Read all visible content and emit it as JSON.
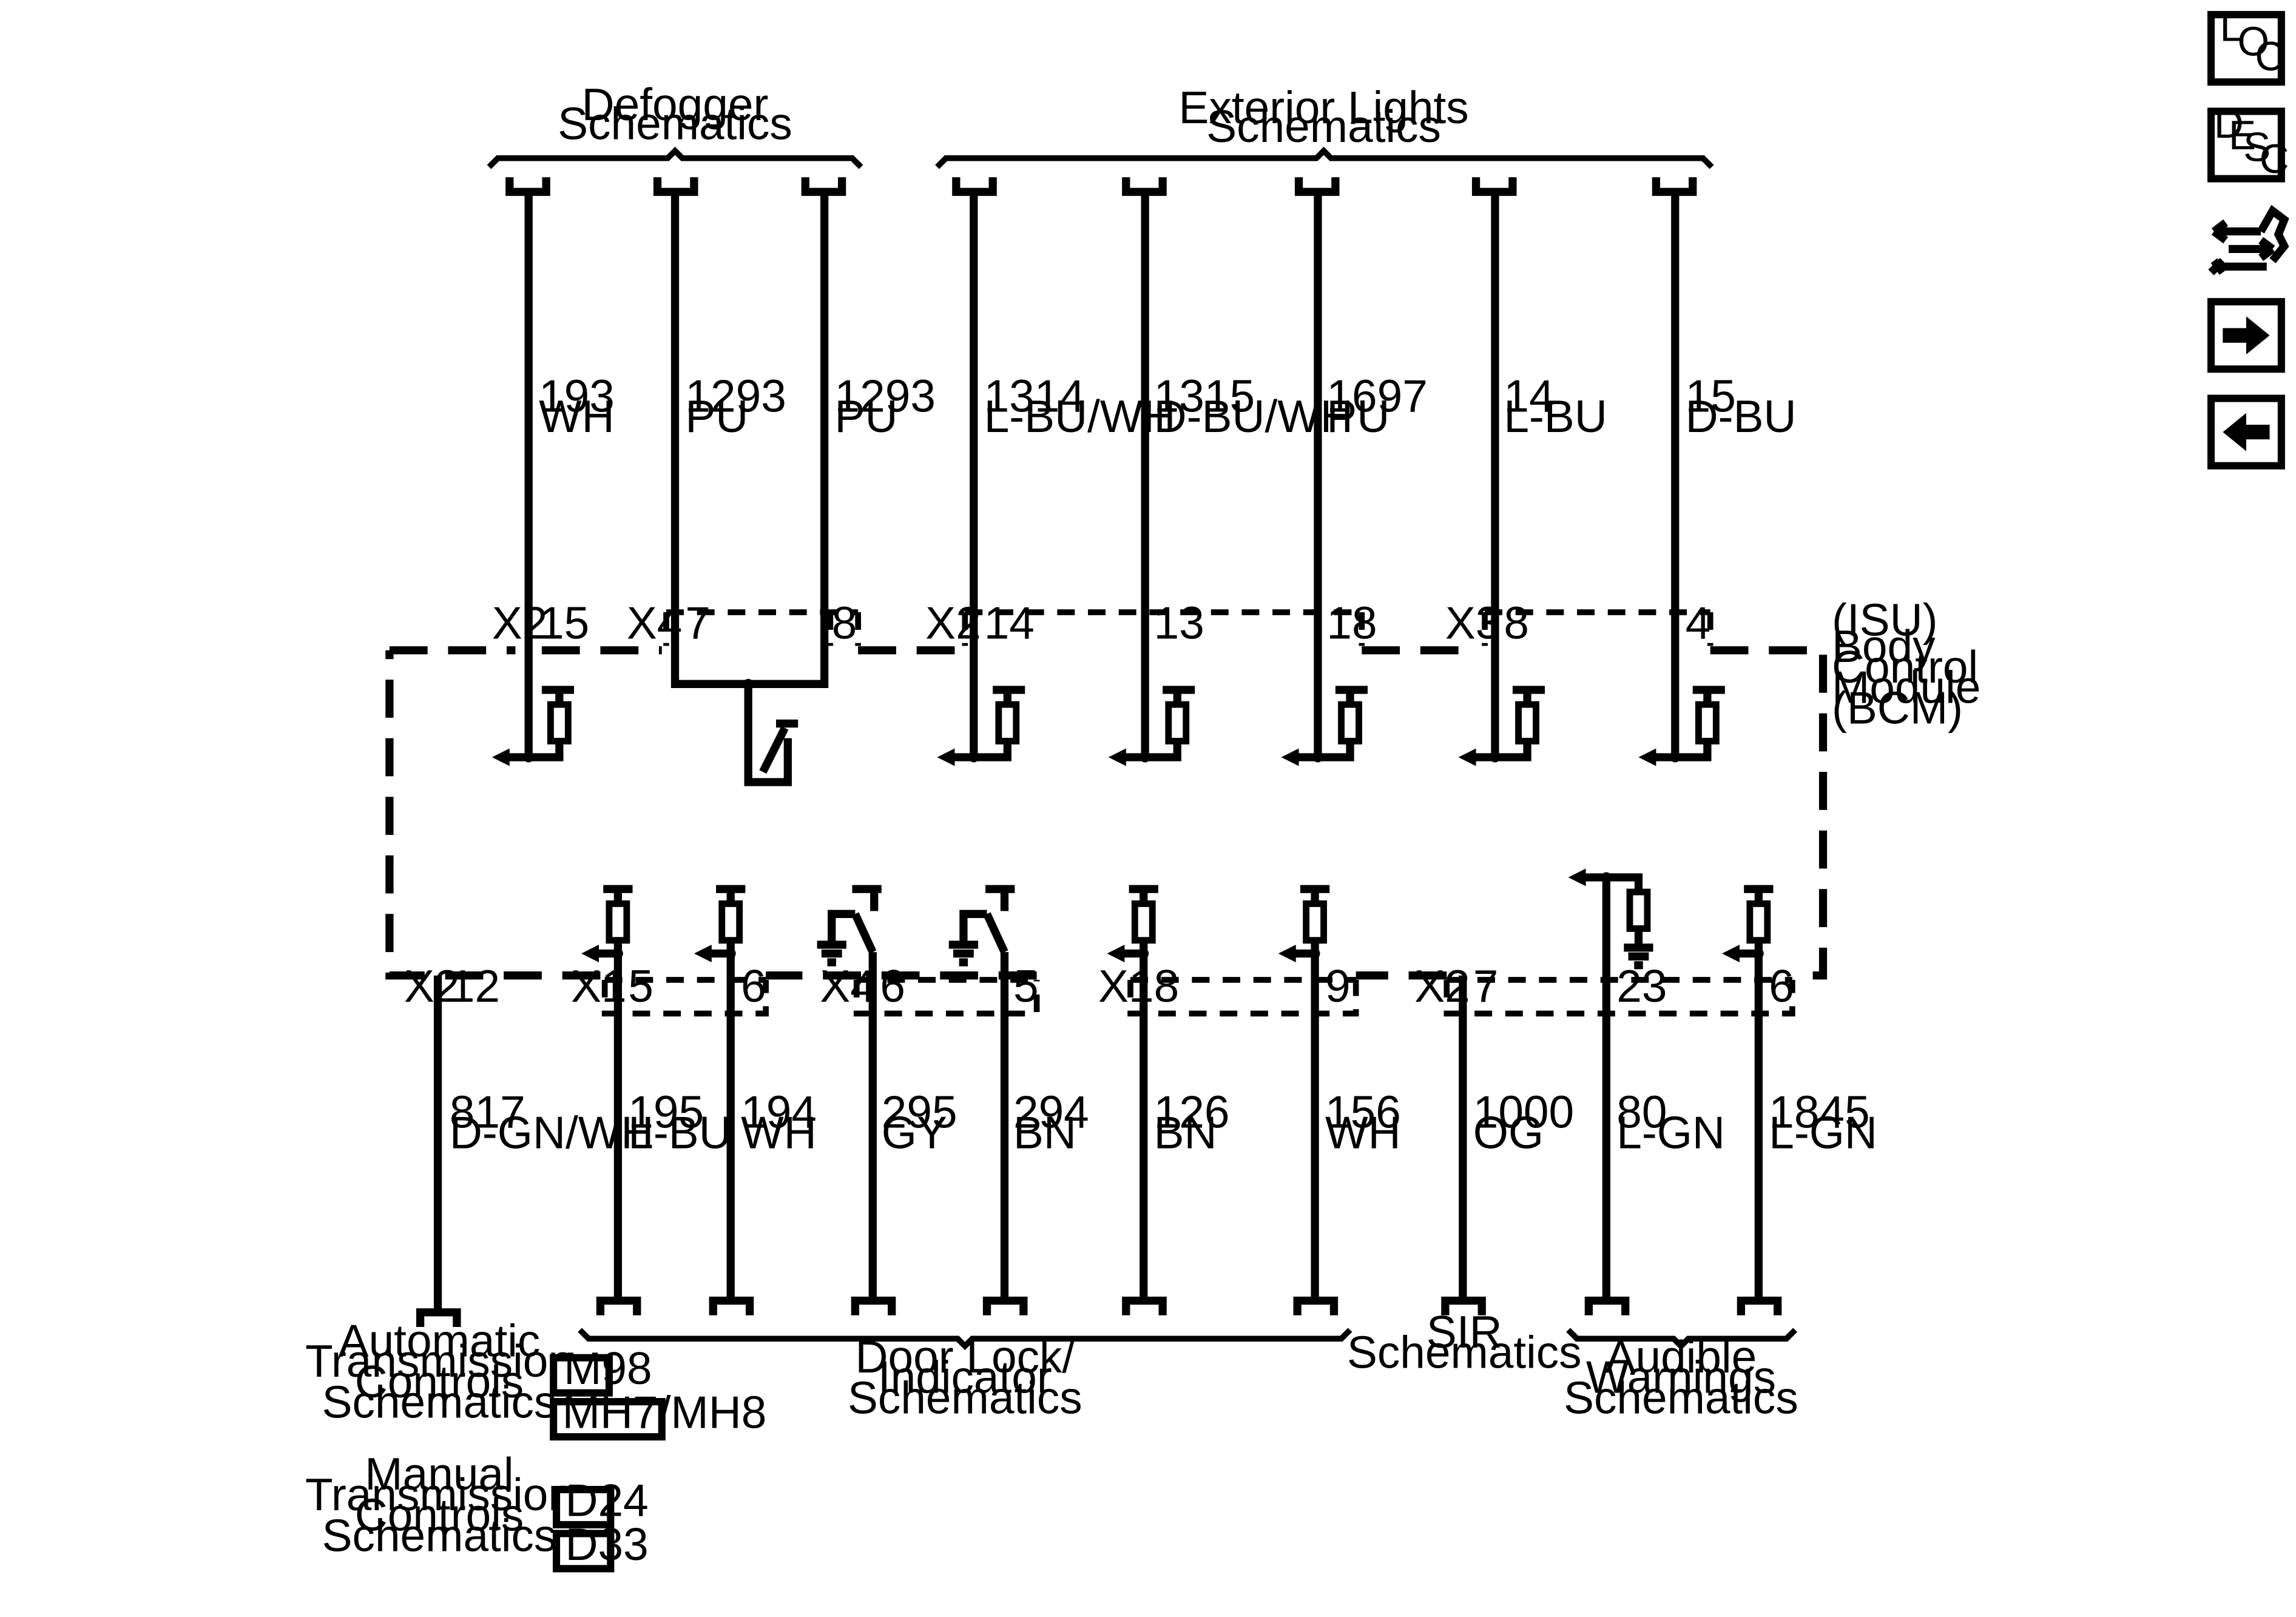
{
  "module": {
    "tag": "(ISU)",
    "name_lines": [
      "Body",
      "Control",
      "Module",
      "(BCM)"
    ]
  },
  "top_groups": [
    {
      "id": "defogger",
      "lines": [
        "Defogger",
        "Schematics"
      ]
    },
    {
      "id": "exterior-lights",
      "lines": [
        "Exterior Lights",
        "Schematics"
      ]
    }
  ],
  "top_connectors": [
    "X2",
    "X4",
    "X2",
    "X3"
  ],
  "top_circuits": [
    {
      "circuit": "193",
      "color": "WH",
      "pin": "15"
    },
    {
      "circuit": "1293",
      "color": "PU",
      "pin": "7"
    },
    {
      "circuit": "1293",
      "color": "PU",
      "pin": "8"
    },
    {
      "circuit": "1314",
      "color": "L-BU/WH",
      "pin": "14"
    },
    {
      "circuit": "1315",
      "color": "D-BU/WH",
      "pin": "13"
    },
    {
      "circuit": "1697",
      "color": "PU",
      "pin": "18"
    },
    {
      "circuit": "14",
      "color": "L-BU",
      "pin": "8"
    },
    {
      "circuit": "15",
      "color": "D-BU",
      "pin": "4"
    }
  ],
  "bottom_connectors": [
    "X2",
    "X1",
    "X4",
    "X1",
    "X2"
  ],
  "bottom_circuits": [
    {
      "circuit": "817",
      "color": "D-GN/WH",
      "pin": "12"
    },
    {
      "circuit": "195",
      "color": "L-BU",
      "pin": "5"
    },
    {
      "circuit": "194",
      "color": "WH",
      "pin": "6"
    },
    {
      "circuit": "295",
      "color": "GY",
      "pin": "6"
    },
    {
      "circuit": "294",
      "color": "BN",
      "pin": "5"
    },
    {
      "circuit": "126",
      "color": "BN",
      "pin": "8"
    },
    {
      "circuit": "156",
      "color": "WH",
      "pin": "9"
    },
    {
      "circuit": "1000",
      "color": "OG",
      "pin": "7"
    },
    {
      "circuit": "80",
      "color": "L-GN",
      "pin": "23"
    },
    {
      "circuit": "1845",
      "color": "L-GN",
      "pin": "6"
    }
  ],
  "bottom_groups": [
    {
      "id": "automatic-transmission",
      "lines": [
        "Automatic",
        "Transmission",
        "Controls",
        "Schematics"
      ]
    },
    {
      "id": "door-lock-indicator",
      "lines": [
        "Door Lock/",
        "Indicator",
        "Schematics"
      ]
    },
    {
      "id": "sir",
      "lines": [
        "SIR",
        "Schematics"
      ]
    },
    {
      "id": "audible-warnings",
      "lines": [
        "Audible",
        "Warnings",
        "Schematics"
      ]
    },
    {
      "id": "manual-transmission",
      "lines": [
        "Manual",
        "Transmission",
        "Controls",
        "Schematics"
      ]
    }
  ],
  "option_codes": [
    "M98",
    "MH7/MH8",
    "D24",
    "D33"
  ],
  "nav_buttons": [
    {
      "id": "loc",
      "letters": [
        "L",
        "O",
        "C"
      ]
    },
    {
      "id": "desc",
      "letters": [
        "D",
        "E",
        "S",
        "C"
      ]
    },
    {
      "id": "diagnostic",
      "icon": "connector-wrench-icon"
    },
    {
      "id": "next",
      "icon": "arrow-right-icon"
    },
    {
      "id": "previous",
      "icon": "arrow-left-icon"
    }
  ]
}
